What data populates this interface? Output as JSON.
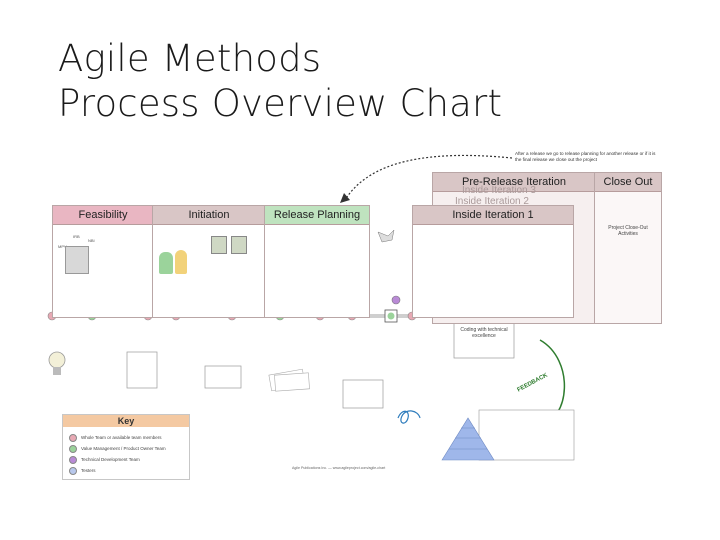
{
  "title": {
    "line1": "Agile Methods",
    "line2": "Process Overview Chart"
  },
  "callout": "After a release we go to release planning for another release or if it is the final release we close out the project",
  "panels": {
    "feasibility": "Feasibility",
    "initiation": "Initiation",
    "release_planning": "Release Planning",
    "iteration_1": "Inside Iteration 1",
    "iteration_2": "Inside Iteration 2",
    "iteration_3": "Inside Iteration 3",
    "pre_release": "Pre-Release Iteration",
    "close_out": "Close Out"
  },
  "feasibility_labels": {
    "irb": "IRB",
    "mpv": "MPV",
    "nbi": "NBI"
  },
  "close_out_text": "Project Close-Out Activities",
  "coding_text": "Coding with technical excellence",
  "feedback_text": "FEEDBACK",
  "key": {
    "title": "Key",
    "items": [
      {
        "label": "Whole Team or available team members",
        "color": "#e8a9b4"
      },
      {
        "label": "Value Management / Product Owner Team",
        "color": "#9bd39b"
      },
      {
        "label": "Technical Development Team",
        "color": "#b98ad6"
      },
      {
        "label": "Testers",
        "color": "#b8c8ec"
      }
    ]
  },
  "footer": "Agile Publications Inc. — www.agileproject.com/agile-chart",
  "colors": {
    "panel_header": "#d9c6c6",
    "timeline": "#cfcfcf",
    "whole_team": "#e8a9b4",
    "value_mgmt": "#9bd39b",
    "tech_dev": "#b98ad6",
    "testers": "#b8c8ec",
    "feasibility_header": "#e9b6c2",
    "release_header": "#bfe3bf"
  }
}
